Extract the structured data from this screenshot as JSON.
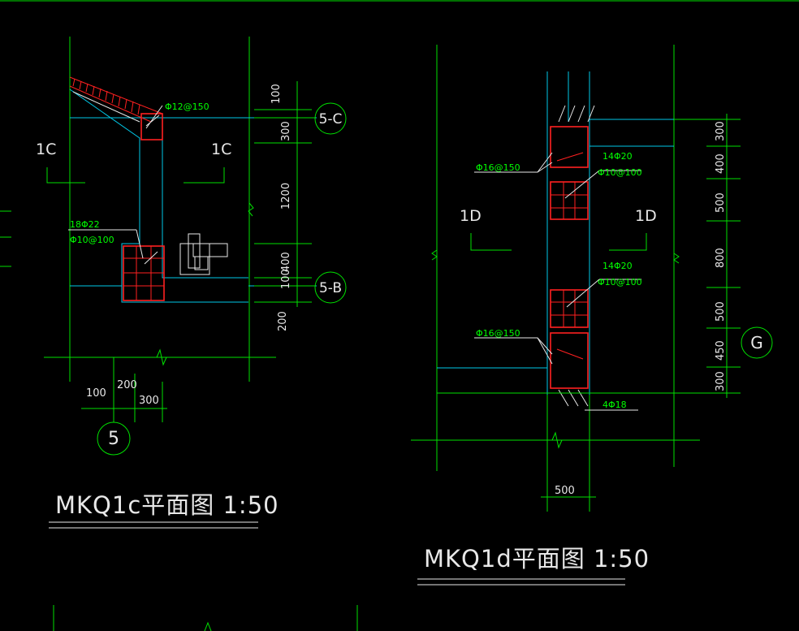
{
  "left_plan": {
    "title": "MKQ1c平面图 1:50",
    "section_marks": [
      "1C",
      "1C"
    ],
    "grid_bubbles": [
      "5-C",
      "5-B",
      "5"
    ],
    "rebar_labels": [
      "Φ12@150",
      "18Φ22",
      "Φ10@100"
    ],
    "dims_vertical": [
      "100",
      "300",
      "1200",
      "400",
      "100",
      "200"
    ],
    "dims_horizontal": [
      "100",
      "200",
      "300"
    ]
  },
  "right_plan": {
    "title": "MKQ1d平面图 1:50",
    "section_marks": [
      "1D",
      "1D"
    ],
    "grid_bubbles": [
      "G"
    ],
    "rebar_labels": [
      "Φ16@150",
      "14Φ20",
      "Φ10@100",
      "14Φ20",
      "Φ10@100",
      "Φ16@150",
      "4Φ18"
    ],
    "dims_vertical": [
      "300",
      "400",
      "500",
      "800",
      "500",
      "450",
      "300"
    ],
    "dims_horizontal": [
      "500"
    ]
  },
  "colors": {
    "background": "#000000",
    "grid_line": "#00e000",
    "wall_outline": "#00c8e8",
    "rebar": "#ff2020",
    "text": "#e8e8e8",
    "rebar_label": "#00ff00"
  }
}
